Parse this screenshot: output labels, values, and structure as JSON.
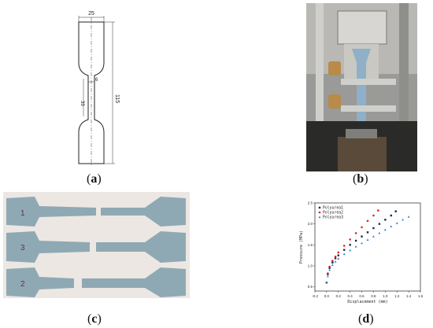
{
  "captions": {
    "a": "a",
    "b": "b",
    "c": "c",
    "d": "d"
  },
  "dimensions": {
    "width": "25",
    "neck": "6",
    "gauge": "33",
    "length": "115"
  },
  "specimen_labels": [
    "1",
    "3",
    "2"
  ],
  "colors": {
    "series1": "#1f2a44",
    "series2": "#e0241f",
    "series3": "#1f7fd8",
    "specimen": "#8fa9b4",
    "board": "#ece7e2"
  },
  "chart_data": {
    "type": "scatter",
    "xlabel": "Displacement (mm)",
    "ylabel": "Pressure (MPa)",
    "xlim": [
      -0.2,
      1.6
    ],
    "ylim": [
      0.4,
      2.5
    ],
    "xticks": [
      "-0.2",
      "0.0",
      "0.2",
      "0.4",
      "0.6",
      "0.8",
      "1.0",
      "1.2",
      "1.4",
      "1.6"
    ],
    "yticks": [
      "0.5",
      "1.0",
      "1.5",
      "2.0",
      "2.5"
    ],
    "legend_position": "top-left",
    "series": [
      {
        "name": "Polyurea1",
        "color": "#1f2a44",
        "marker": "square",
        "x": [
          0.0,
          0.02,
          0.05,
          0.1,
          0.15,
          0.2,
          0.3,
          0.4,
          0.5,
          0.6,
          0.7,
          0.8,
          0.9,
          1.0,
          1.1,
          1.18
        ],
        "y": [
          0.6,
          0.8,
          0.95,
          1.08,
          1.18,
          1.25,
          1.38,
          1.5,
          1.6,
          1.7,
          1.8,
          1.9,
          2.0,
          2.1,
          2.2,
          2.3
        ]
      },
      {
        "name": "Polyurea2",
        "color": "#e0241f",
        "marker": "circle",
        "x": [
          0.0,
          0.02,
          0.05,
          0.1,
          0.15,
          0.2,
          0.3,
          0.4,
          0.5,
          0.6,
          0.7,
          0.8,
          0.88
        ],
        "y": [
          0.6,
          0.82,
          0.98,
          1.12,
          1.22,
          1.32,
          1.48,
          1.63,
          1.78,
          1.92,
          2.07,
          2.2,
          2.32
        ]
      },
      {
        "name": "Polyurea3",
        "color": "#1f7fd8",
        "marker": "triangle",
        "x": [
          0.0,
          0.02,
          0.05,
          0.1,
          0.15,
          0.2,
          0.3,
          0.4,
          0.5,
          0.6,
          0.7,
          0.8,
          0.9,
          1.0,
          1.1,
          1.2,
          1.3,
          1.4
        ],
        "y": [
          0.6,
          0.75,
          0.9,
          1.02,
          1.1,
          1.17,
          1.28,
          1.37,
          1.46,
          1.54,
          1.62,
          1.7,
          1.78,
          1.86,
          1.94,
          2.02,
          2.1,
          2.17
        ]
      }
    ]
  }
}
